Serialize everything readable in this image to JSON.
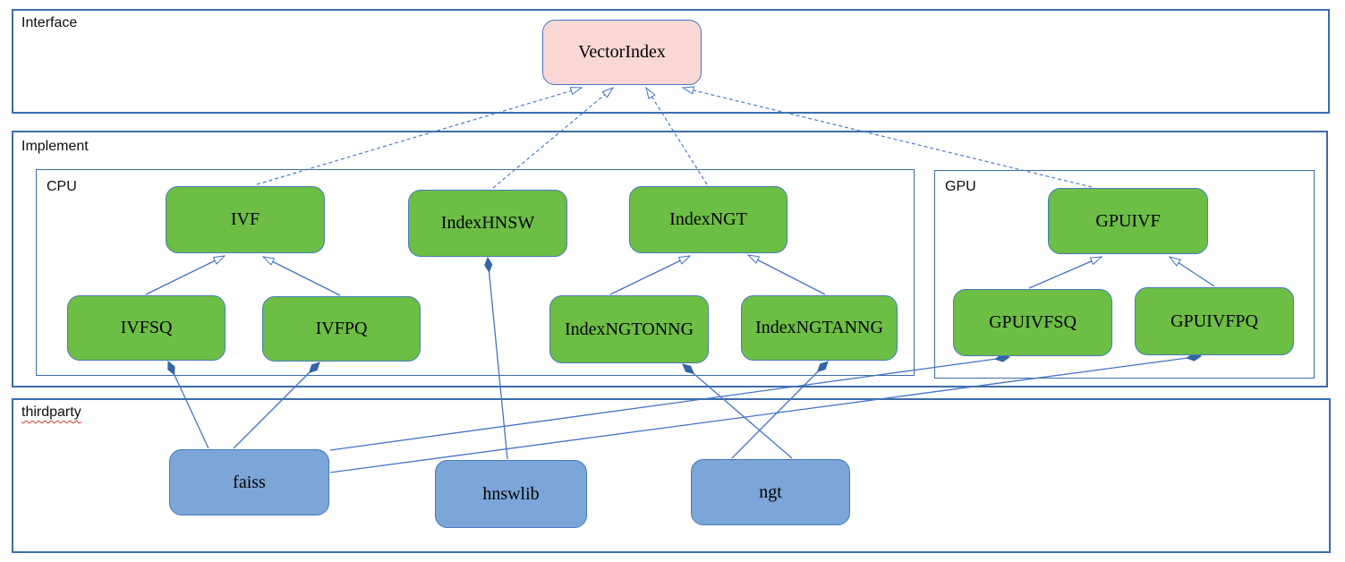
{
  "diagram": {
    "sections": {
      "interface": {
        "label": "Interface"
      },
      "implement": {
        "label": "Implement"
      },
      "cpu": {
        "label": "CPU"
      },
      "gpu": {
        "label": "GPU"
      },
      "thirdparty": {
        "label": "thirdparty"
      }
    },
    "nodes": {
      "vectorindex": {
        "label": "VectorIndex",
        "section": "interface"
      },
      "ivf": {
        "label": "IVF",
        "section": "cpu"
      },
      "indexhnsw": {
        "label": "IndexHNSW",
        "section": "cpu"
      },
      "indexngt": {
        "label": "IndexNGT",
        "section": "cpu"
      },
      "ivfsq": {
        "label": "IVFSQ",
        "section": "cpu"
      },
      "ivfpq": {
        "label": "IVFPQ",
        "section": "cpu"
      },
      "indexngtonng": {
        "label": "IndexNGTONNG",
        "section": "cpu"
      },
      "indexngtanng": {
        "label": "IndexNGTANNG",
        "section": "cpu"
      },
      "gpuivf": {
        "label": "GPUIVF",
        "section": "gpu"
      },
      "gpuivfsq": {
        "label": "GPUIVFSQ",
        "section": "gpu"
      },
      "gpuivfpq": {
        "label": "GPUIVFPQ",
        "section": "gpu"
      },
      "faiss": {
        "label": "faiss",
        "section": "thirdparty"
      },
      "hnswlib": {
        "label": "hnswlib",
        "section": "thirdparty"
      },
      "ngt": {
        "label": "ngt",
        "section": "thirdparty"
      }
    },
    "edges": [
      {
        "from": "IVF",
        "to": "VectorIndex",
        "type": "realization-dashed-hollow-arrow"
      },
      {
        "from": "IndexHNSW",
        "to": "VectorIndex",
        "type": "realization-dashed-hollow-arrow"
      },
      {
        "from": "IndexNGT",
        "to": "VectorIndex",
        "type": "realization-dashed-hollow-arrow"
      },
      {
        "from": "GPUIVF",
        "to": "VectorIndex",
        "type": "realization-dashed-hollow-arrow"
      },
      {
        "from": "IVFSQ",
        "to": "IVF",
        "type": "inheritance-hollow-arrow"
      },
      {
        "from": "IVFPQ",
        "to": "IVF",
        "type": "inheritance-hollow-arrow"
      },
      {
        "from": "IndexNGTONNG",
        "to": "IndexNGT",
        "type": "inheritance-hollow-arrow"
      },
      {
        "from": "IndexNGTANNG",
        "to": "IndexNGT",
        "type": "inheritance-hollow-arrow"
      },
      {
        "from": "GPUIVFSQ",
        "to": "GPUIVF",
        "type": "inheritance-hollow-arrow"
      },
      {
        "from": "GPUIVFPQ",
        "to": "GPUIVF",
        "type": "inheritance-hollow-arrow"
      },
      {
        "from": "IndexHNSW",
        "to": "hnswlib",
        "type": "composition-filled-diamond"
      },
      {
        "from": "IVFSQ",
        "to": "faiss",
        "type": "composition-filled-diamond"
      },
      {
        "from": "IVFPQ",
        "to": "faiss",
        "type": "composition-filled-diamond"
      },
      {
        "from": "IndexNGTONNG",
        "to": "ngt",
        "type": "composition-filled-diamond"
      },
      {
        "from": "IndexNGTANNG",
        "to": "ngt",
        "type": "composition-filled-diamond"
      },
      {
        "from": "GPUIVFSQ",
        "to": "faiss",
        "type": "composition-filled-diamond"
      },
      {
        "from": "GPUIVFPQ",
        "to": "faiss",
        "type": "composition-filled-diamond"
      }
    ],
    "colors": {
      "interface_node_fill": "#f9d7d4",
      "implement_node_fill": "#6cbe45",
      "thirdparty_node_fill": "#7ca5d8",
      "node_border": "#4779bd",
      "section_border": "#3c6ca8",
      "connector": "#4472c4",
      "diamond_fill": "#3465a4",
      "label_text": "#000000",
      "spellcheck_underline": "#d03a2b"
    }
  }
}
